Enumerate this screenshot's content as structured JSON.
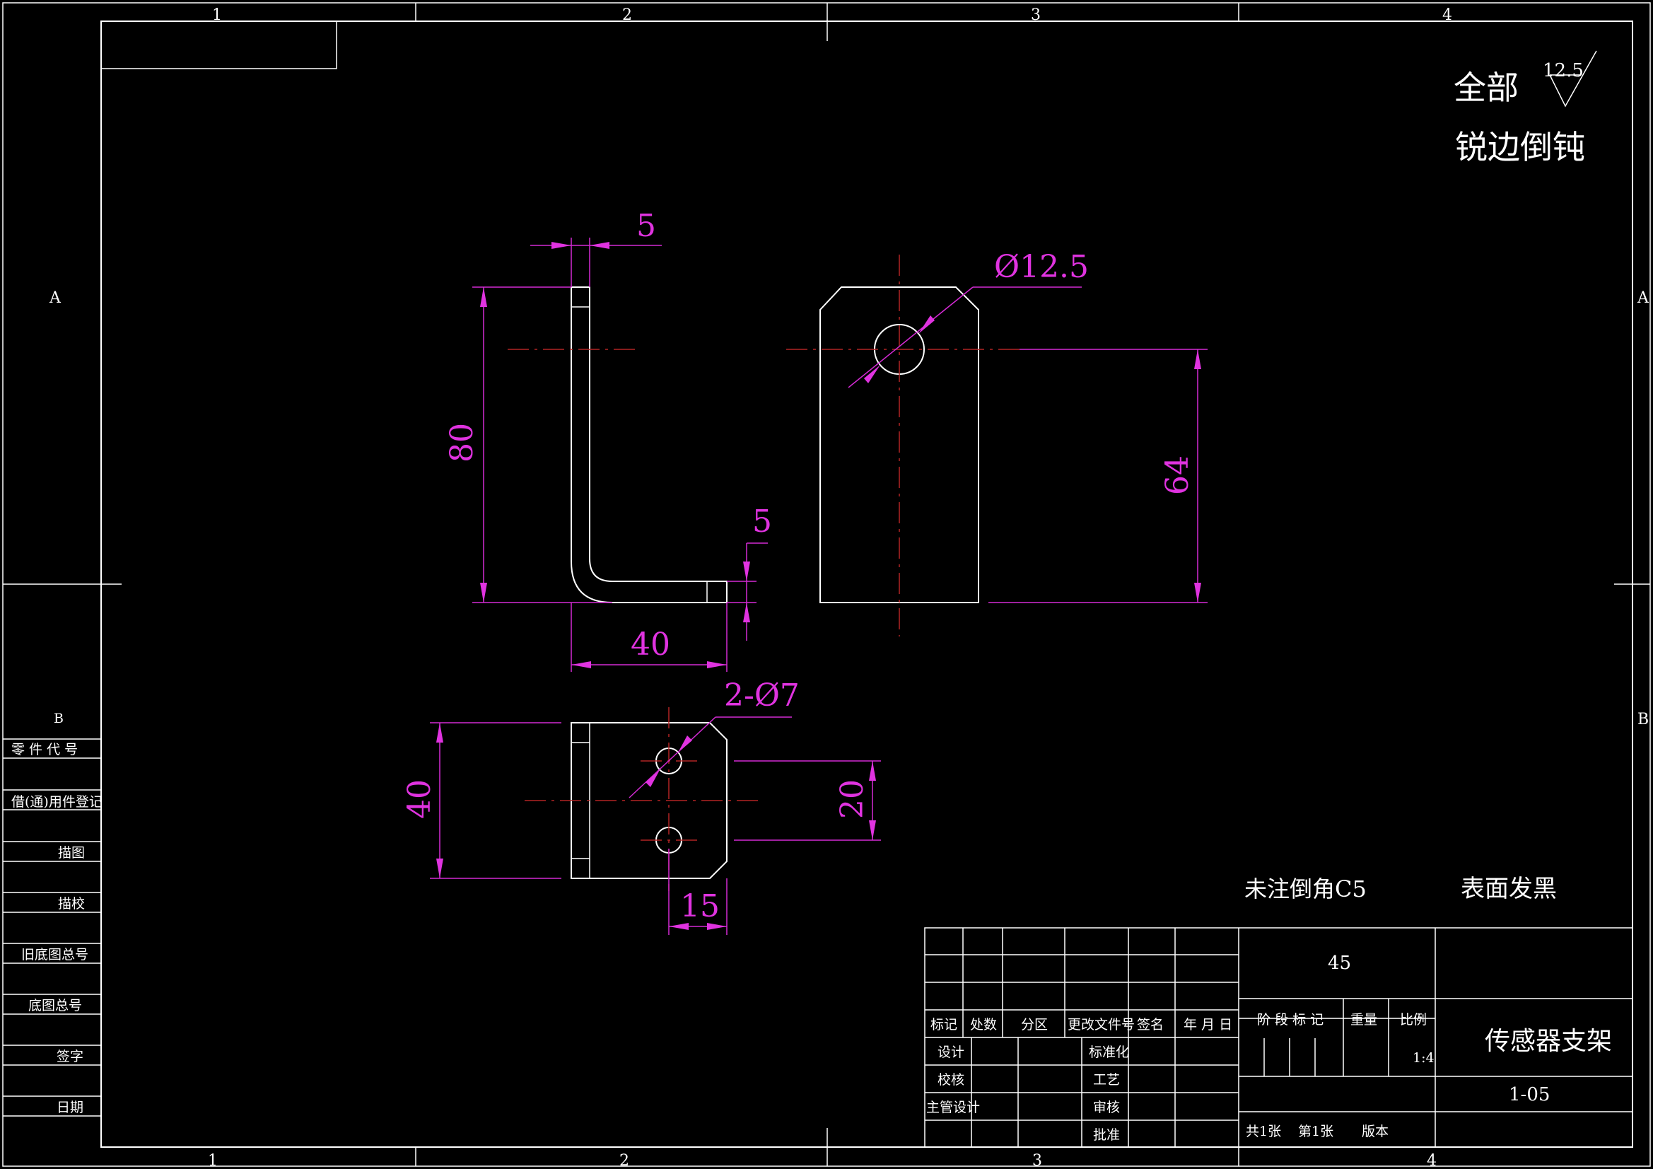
{
  "border": {
    "zones_top": [
      "1",
      "2",
      "3",
      "4"
    ],
    "zones_bottom": [
      "1",
      "2",
      "3",
      "4"
    ],
    "zones_side": [
      "A",
      "B"
    ]
  },
  "notes": {
    "roughness_prefix": "全部",
    "roughness_value": "12.5",
    "edge_note": "锐边倒钝",
    "chamfer_note": "未注倒角C5",
    "surface_note": "表面发黑"
  },
  "dimensions": {
    "thickness_top": "5",
    "height_80": "80",
    "thickness_side": "5",
    "length_40": "40",
    "hole_diameter": "Ø12.5",
    "hole_height_64": "64",
    "holes_2": "2-Ø7",
    "width_40": "40",
    "hole_spacing_20": "20",
    "hole_offset_15": "15"
  },
  "left_column": {
    "label_b": "B",
    "rows": [
      "零 件 代 号",
      "借(通)用件登记",
      "描图",
      "描校",
      "旧底图总号",
      "底图总号",
      "签字",
      "日期"
    ]
  },
  "title_block": {
    "headers": [
      "标记",
      "处数",
      "分区",
      "更改文件号",
      "签名",
      "年 月 日"
    ],
    "roles": [
      "设计",
      "校核",
      "主管设计"
    ],
    "roles2": [
      "标准化",
      "工艺",
      "审核",
      "批准"
    ],
    "material": "45",
    "stage_label": "阶 段 标 记",
    "weight_label": "重量",
    "scale_label": "比例",
    "scale_value": "1:4",
    "part_name": "传感器支架",
    "drawing_number": "1-05",
    "sheet_total": "共1张",
    "sheet_num": "第1张",
    "version_label": "版本"
  },
  "colors": {
    "line": "#ffffff",
    "dimension": "#e033e0",
    "centerline": "#b32424",
    "background": "#000000"
  }
}
